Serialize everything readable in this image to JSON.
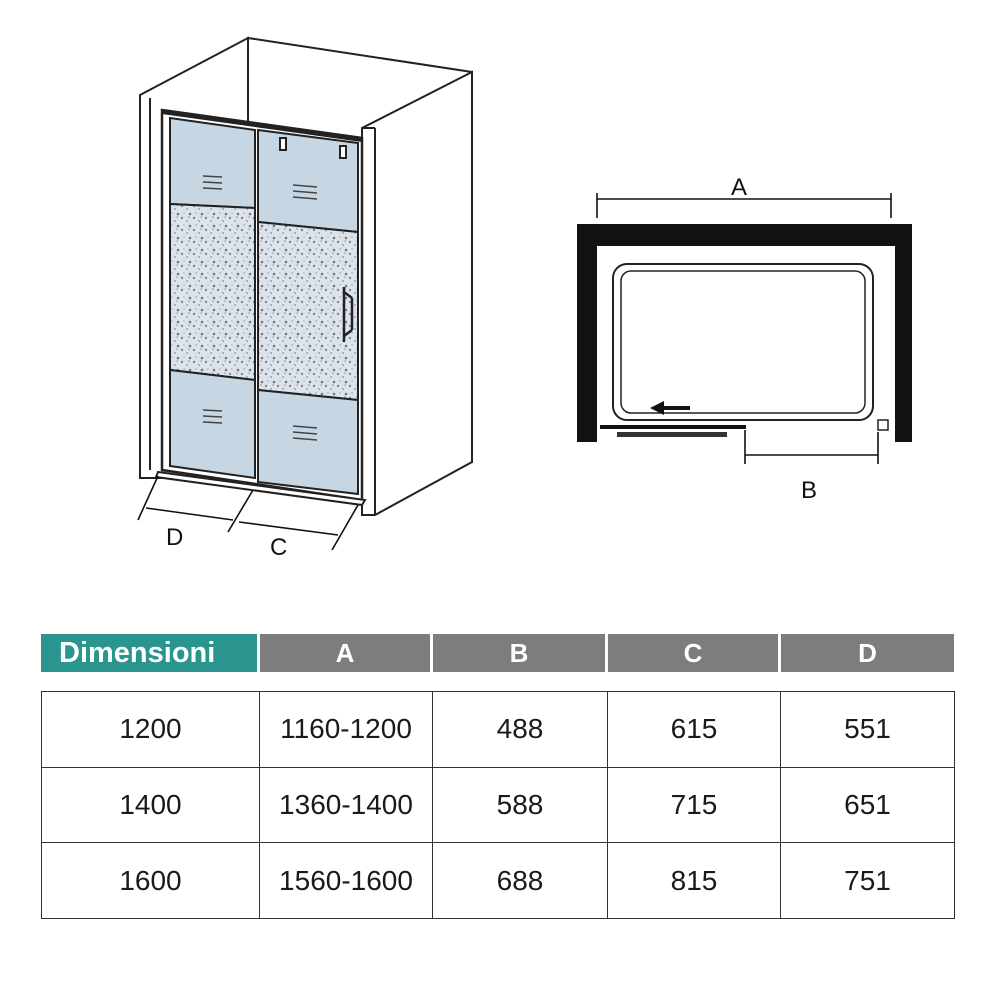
{
  "labels": {
    "a": "A",
    "b": "B",
    "c": "C",
    "d": "D"
  },
  "table": {
    "header": [
      "Dimensioni",
      "A",
      "B",
      "C",
      "D"
    ],
    "rows": [
      [
        "1200",
        "1160-1200",
        "488",
        "615",
        "551"
      ],
      [
        "1400",
        "1360-1400",
        "588",
        "715",
        "651"
      ],
      [
        "1600",
        "1560-1600",
        "688",
        "815",
        "751"
      ]
    ]
  },
  "colors": {
    "header_accent": "#2a948f",
    "header_gray": "#7d7d7d",
    "glass": "#c7d6e3",
    "wall": "#111111"
  }
}
